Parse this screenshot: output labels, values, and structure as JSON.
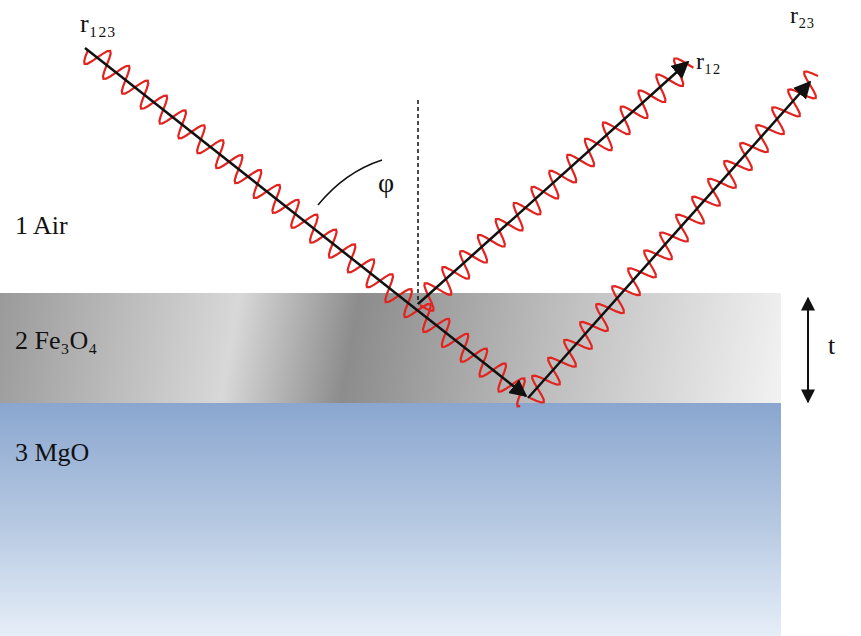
{
  "diagram": {
    "nodes": [
      {
        "text": [
          "2 Fe₃O₄"
        ]
      },
      {
        "text": [
          "3 MgO"
        ]
      }
    ],
    "labels": [
      "r₁₂₃",
      "φ",
      "r₁₂",
      "r₂₃",
      "1 Air",
      "t"
    ]
  }
}
